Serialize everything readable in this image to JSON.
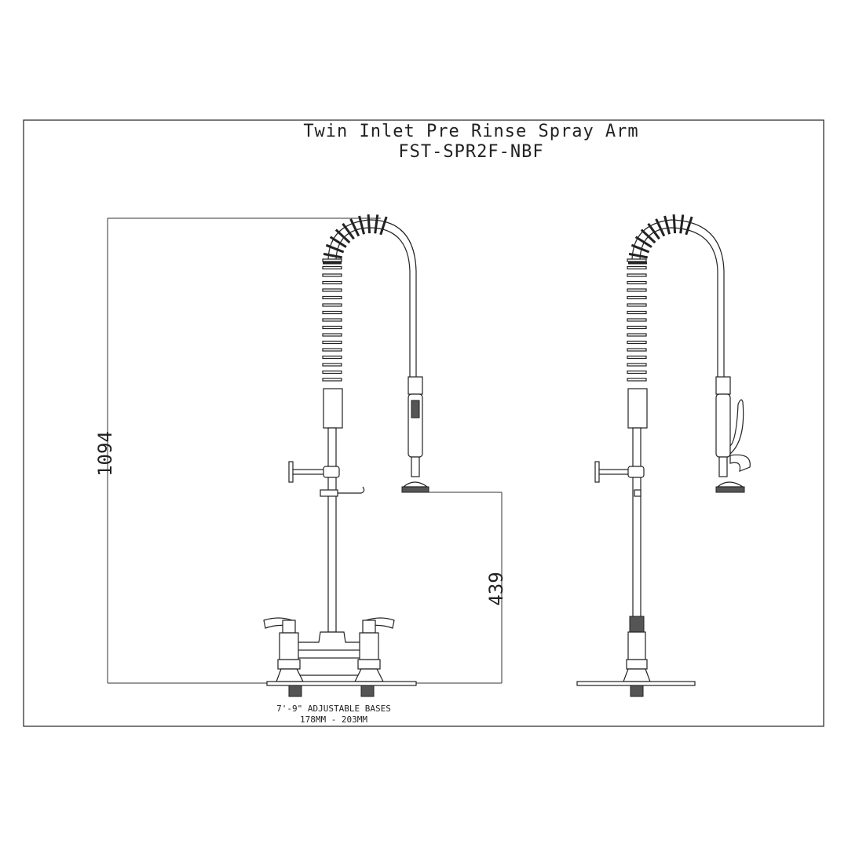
{
  "drawing": {
    "title": "Twin Inlet Pre Rinse Spray Arm",
    "model": "FST-SPR2F-NBF",
    "dimensions": {
      "overall_height": "1094",
      "spray_height": "439"
    },
    "base_note_line1": "7'-9\" ADJUSTABLE BASES",
    "base_note_line2": "178MM - 203MM",
    "views": [
      "front-view",
      "side-view"
    ]
  }
}
